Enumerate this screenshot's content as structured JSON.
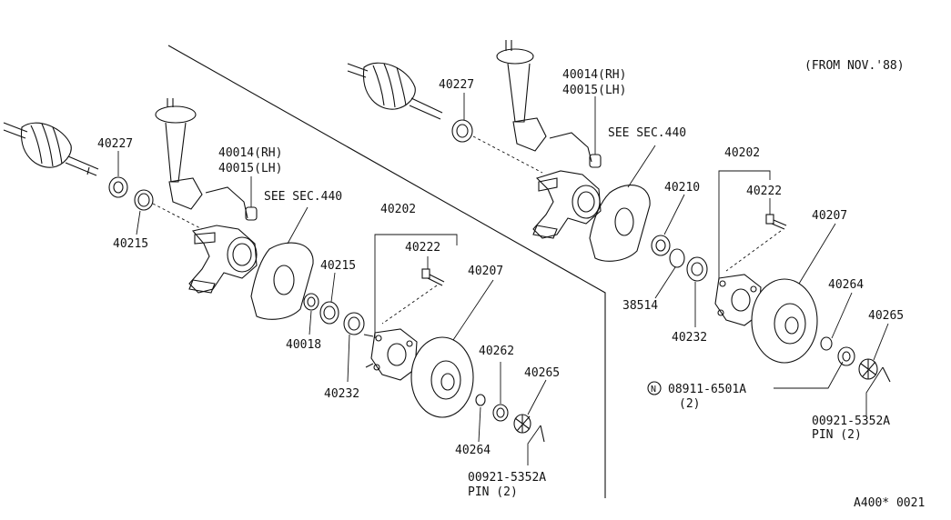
{
  "header_note": "(FROM NOV.'88)",
  "footer_code": "A400* 0021",
  "left_assembly": {
    "p40227": "40227",
    "p40215_a": "40215",
    "p40014": "40014(RH)",
    "p40015": "40015(LH)",
    "see_sec": "SEE SEC.440",
    "p40202": "40202",
    "p40222": "40222",
    "p40215_b": "40215",
    "p40207": "40207",
    "p40018": "40018",
    "p40232": "40232",
    "p40262": "40262",
    "p40265": "40265",
    "p40264": "40264",
    "pin_part": "00921-5352A",
    "pin_qty": "PIN (2)"
  },
  "right_assembly": {
    "p40227": "40227",
    "p40014": "40014(RH)",
    "p40015": "40015(LH)",
    "see_sec": "SEE SEC.440",
    "p40202": "40202",
    "p40210": "40210",
    "p40222": "40222",
    "p40207": "40207",
    "p38514": "38514",
    "p40232": "40232",
    "p40264": "40264",
    "p40265": "40265",
    "nut_marker": "N",
    "nut_part": "08911-6501A",
    "nut_qty": "(2)",
    "pin_part": "00921-5352A",
    "pin_qty": "PIN (2)"
  }
}
